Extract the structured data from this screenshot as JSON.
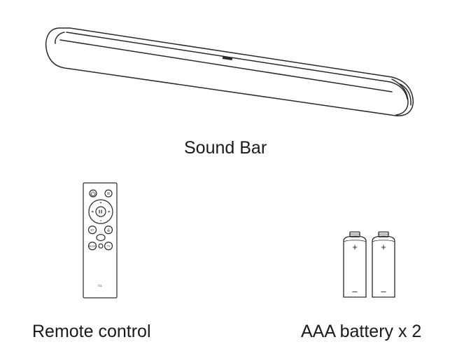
{
  "captions": {
    "sound_bar": "Sound Bar",
    "remote_control": "Remote control",
    "battery": "AAA battery x 2"
  },
  "remote": {
    "brand": "TCL",
    "buttons": [
      "BT",
      "MUSIC",
      "TV"
    ]
  },
  "battery": {
    "positive_symbol": "+",
    "negative_symbol": "–"
  },
  "colors": {
    "line": "#2a2a2a",
    "background": "#ffffff"
  }
}
